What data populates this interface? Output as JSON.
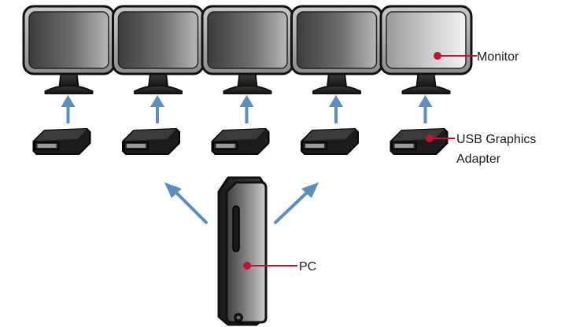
{
  "labels": {
    "monitor": "Monitor",
    "usb_adapter_line1": "USB Graphics",
    "usb_adapter_line2": "Adapter",
    "pc": "PC"
  },
  "colors": {
    "arrow": "#5a8fc0",
    "callout": "#c8102e",
    "outline": "#111111"
  },
  "monitors": [
    {
      "name": "monitor-1",
      "screen": "dark"
    },
    {
      "name": "monitor-2",
      "screen": "dark"
    },
    {
      "name": "monitor-3",
      "screen": "dark"
    },
    {
      "name": "monitor-4",
      "screen": "dark"
    },
    {
      "name": "monitor-5",
      "screen": "light"
    }
  ],
  "usb_adapters": 5,
  "icons": [
    "monitor-icon",
    "usb-adapter-icon",
    "pc-tower-icon",
    "arrow-icon"
  ]
}
